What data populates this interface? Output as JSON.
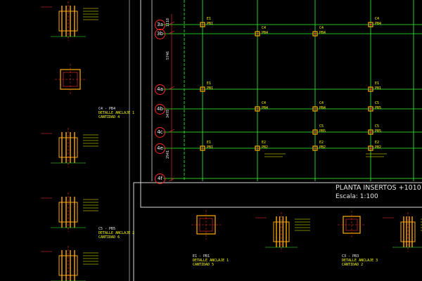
{
  "plan": {
    "title": "PLANTA INSERTOS +1010",
    "scale": "Escala: 1:100"
  },
  "grid_axes": [
    "3a",
    "3b",
    "4a",
    "4b",
    "4c",
    "4e",
    "4f"
  ],
  "dimensions": [
    "1118",
    "5746",
    "3478",
    "2941"
  ],
  "insert_tags": [
    {
      "mark": "E1",
      "type": "PB1"
    },
    {
      "mark": "C4",
      "type": "PB4"
    },
    {
      "mark": "C4",
      "type": "PB4"
    },
    {
      "mark": "C4",
      "type": "PB4"
    },
    {
      "mark": "E1",
      "type": "PB1"
    },
    {
      "mark": "E1",
      "type": "PB1"
    },
    {
      "mark": "C4",
      "type": "PB4"
    },
    {
      "mark": "C4",
      "type": "PB4"
    },
    {
      "mark": "C5",
      "type": "PB5"
    },
    {
      "mark": "C5",
      "type": "PB5"
    },
    {
      "mark": "C5",
      "type": "PB5"
    },
    {
      "mark": "E1",
      "type": "PB1"
    },
    {
      "mark": "E2",
      "type": "PB2"
    },
    {
      "mark": "E2",
      "type": "PB2"
    },
    {
      "mark": "E2",
      "type": "PB2"
    }
  ],
  "details": [
    {
      "code": "C4 - PB4",
      "name": "DETALLE ANCLAJE 1",
      "qty": "CANTIDAD 4"
    },
    {
      "code": "C5 - PB5",
      "name": "DETALLE ANCLAJE 2",
      "qty": "CANTIDAD 6"
    },
    {
      "code": "E1 - PB1",
      "name": "DETALLE ANCLAJE 1",
      "qty": "CANTIDAD 5"
    },
    {
      "code": "C3 - PB3",
      "name": "DETALLE ANCLAJE 3",
      "qty": "CANTIDAD 2"
    }
  ],
  "colors": {
    "background": "#000000",
    "grid_line": "#33ff33",
    "plate": "#ffaa00",
    "dimension": "#ff3030",
    "annotation": "#ffff00",
    "frame": "#d8d8d8"
  }
}
